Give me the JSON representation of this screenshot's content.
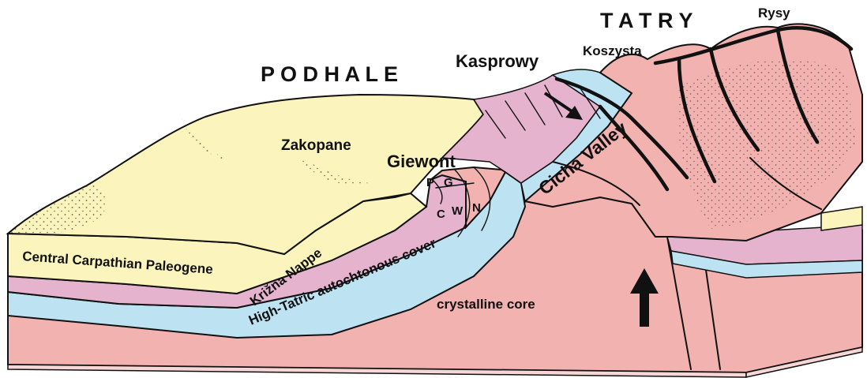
{
  "regions": {
    "podhale": "P O D H A L E",
    "tatry": "T A T R Y"
  },
  "peaks": {
    "kasprowy": "Kasprowy",
    "koszysta": "Koszysta",
    "rysy": "Rysy",
    "giewont": "Giewont"
  },
  "places": {
    "zakopane": "Zakopane",
    "cicha_valley": "Cicha Valley"
  },
  "units": {
    "paleogene": "Central Carpathian Paleogene",
    "krizna": "Križna Nappe",
    "autochtonous": "High-Tatric autochtonous cover",
    "core": "crystalline core"
  },
  "fold_labels": {
    "p": "P",
    "g": "G",
    "c": "C",
    "w": "W",
    "n": "N"
  },
  "colors": {
    "paleogene": "#fbf4bd",
    "krizna": "#e6b3cf",
    "autochtonous": "#bde3f2",
    "core": "#f2b3b0",
    "outline": "#111111"
  }
}
